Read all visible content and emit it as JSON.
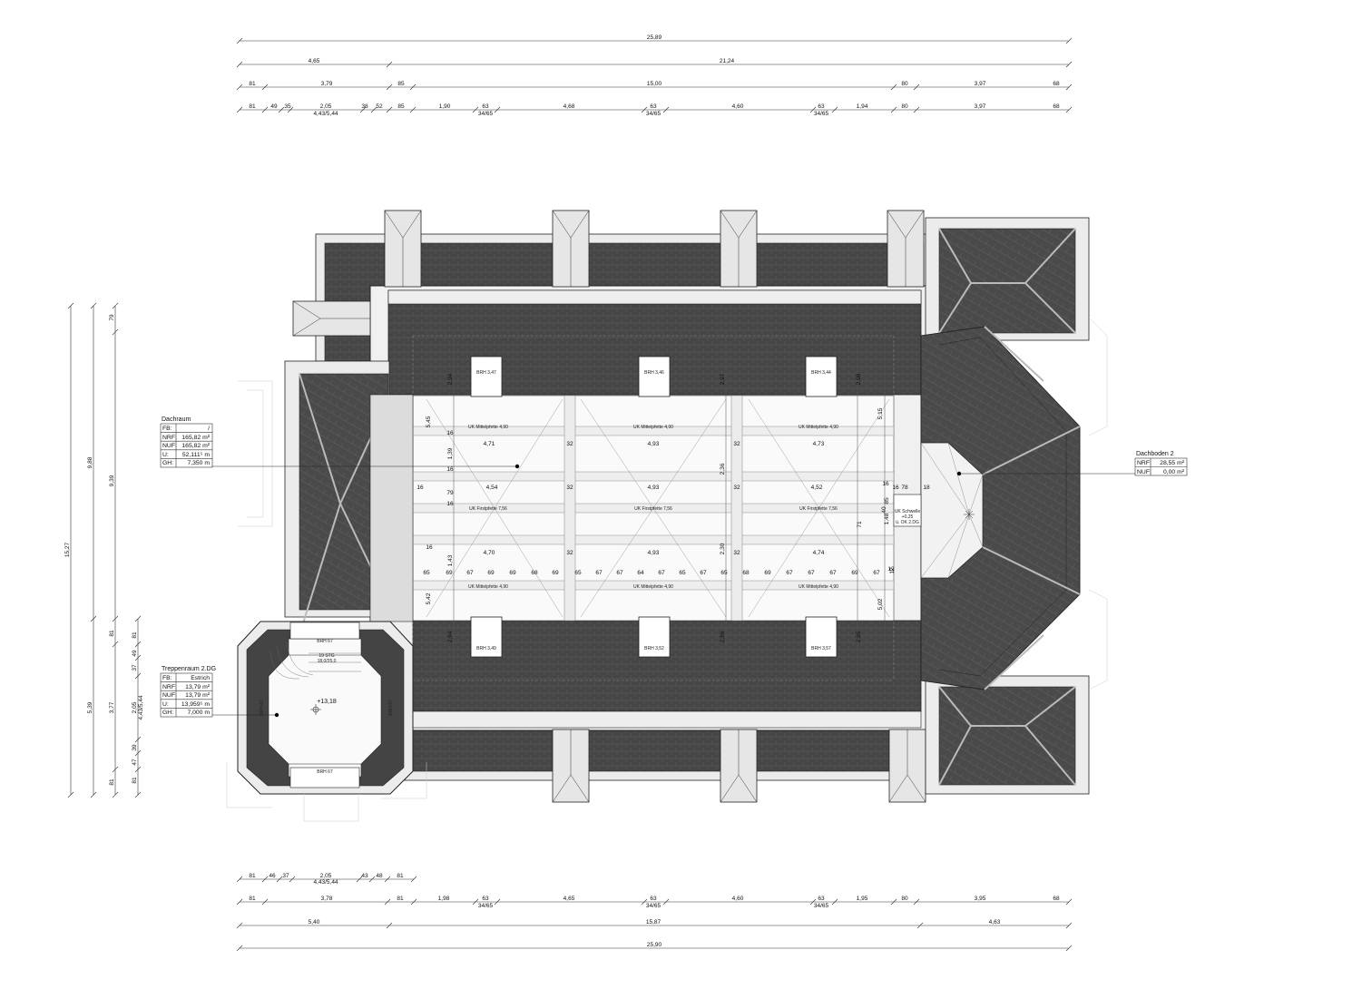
{
  "dims_top": {
    "row1": [
      "25,89"
    ],
    "row2": [
      "4,65",
      "21,24"
    ],
    "row3": [
      "81",
      "3,79",
      "85",
      "15,00",
      "80",
      "3,97",
      "68"
    ],
    "row4": [
      "81",
      "49",
      "35",
      "2,05",
      "4,43/5,44",
      "38",
      "52",
      "85",
      "1,90",
      "63",
      "34/65",
      "4,68",
      "63",
      "34/65",
      "4,60",
      "63",
      "34/65",
      "1,94",
      "80",
      "3,97",
      "68"
    ]
  },
  "dims_bottom": {
    "row1": [
      "81",
      "46",
      "37",
      "2,05",
      "4,43/5,44",
      "43",
      "48",
      "81"
    ],
    "row2": [
      "81",
      "3,78",
      "81",
      "1,98",
      "63",
      "34/65",
      "4,65",
      "63",
      "34/65",
      "4,60",
      "63",
      "34/65",
      "1,95",
      "80",
      "3,95",
      "68"
    ],
    "row3": [
      "5,40",
      "15,87",
      "4,63"
    ],
    "row4": [
      "25,90"
    ]
  },
  "dims_left": [
    "15,27",
    "9,88",
    "9,39",
    "79",
    "5,39",
    "3,77",
    "81",
    "81",
    "49",
    "37",
    "2,05",
    "4,43/5,44",
    "39",
    "47",
    "81"
  ],
  "interior_dims": {
    "vertical": [
      "5,45",
      "1,39",
      "2,36",
      "1,43",
      "5,42",
      "2,94",
      "2,97",
      "2,98",
      "5,15",
      "2,94",
      "2,96",
      "2,95",
      "5,02",
      "2,30",
      "1,48",
      "85",
      "71",
      "40",
      "12"
    ],
    "horizontal_top": [
      "4,71",
      "4,93",
      "4,73",
      "32",
      "32",
      "16",
      "16"
    ],
    "horizontal_mid": [
      "4,54",
      "4,93",
      "4,52",
      "32",
      "32",
      "16",
      "79",
      "16",
      "16"
    ],
    "horizontal_low": [
      "4,70",
      "4,93",
      "4,74",
      "32",
      "32"
    ],
    "bottom_row": [
      "65",
      "69",
      "67",
      "69",
      "69",
      "68",
      "69",
      "65",
      "67",
      "67",
      "64",
      "67",
      "65",
      "67",
      "65",
      "68",
      "69",
      "67",
      "67",
      "67",
      "12"
    ],
    "right_small": [
      "16",
      "78",
      "16",
      "18"
    ]
  },
  "labels": {
    "brh_top": [
      "BRH 3,47",
      "BRH 3,46",
      "BRH 3,44"
    ],
    "brh_bottom": [
      "BRH 3,49",
      "BRH 3,52",
      "BRH 3,57"
    ],
    "stair_brh_top": "BRH 67",
    "stair_brh_bottom": "BRH 67",
    "stair_brh_left": "BRH 67",
    "stair_brh_right": "BRH 67",
    "stair_steps": "19 STG",
    "stair_steps_dim": "18,0/25,0",
    "stair_level": "+13,18",
    "uk_mittel": "UK Mittelpfette 4,90",
    "uk_first": "UK Firstpfette 7,56",
    "uk_schwelle": "UK Schwelle",
    "uk_schwelle_val": "+0,25",
    "uk_schwelle_ref": "ü. OK 2.DG"
  },
  "room_dachraum": {
    "title": "Dachraum",
    "rows": [
      {
        "k": "FB:",
        "v": "/"
      },
      {
        "k": "NRF:",
        "v": "165,82 m²"
      },
      {
        "k": "NUF:",
        "v": "165,82 m²"
      },
      {
        "k": "U:",
        "v": "52,111⁵ m"
      },
      {
        "k": "GH:",
        "v": "7,350 m"
      }
    ]
  },
  "room_treppenraum": {
    "title": "Treppenraum 2.DG",
    "rows": [
      {
        "k": "FB:",
        "v": "Estrich"
      },
      {
        "k": "NRF:",
        "v": "13,79 m²"
      },
      {
        "k": "NUF:",
        "v": "13,79 m²"
      },
      {
        "k": "U:",
        "v": "13,959⁵ m"
      },
      {
        "k": "GH:",
        "v": "7,000 m"
      }
    ]
  },
  "room_dachboden": {
    "title": "Dachboden 2",
    "rows": [
      {
        "k": "NRF:",
        "v": "28,55 m²"
      },
      {
        "k": "NUF:",
        "v": "0,00 m²"
      }
    ]
  },
  "colors": {
    "roof": "#464646",
    "roof_light": "#5a5a5a",
    "wall": "#e6e6e6",
    "floor": "#f7f7f7",
    "line": "#222222"
  }
}
